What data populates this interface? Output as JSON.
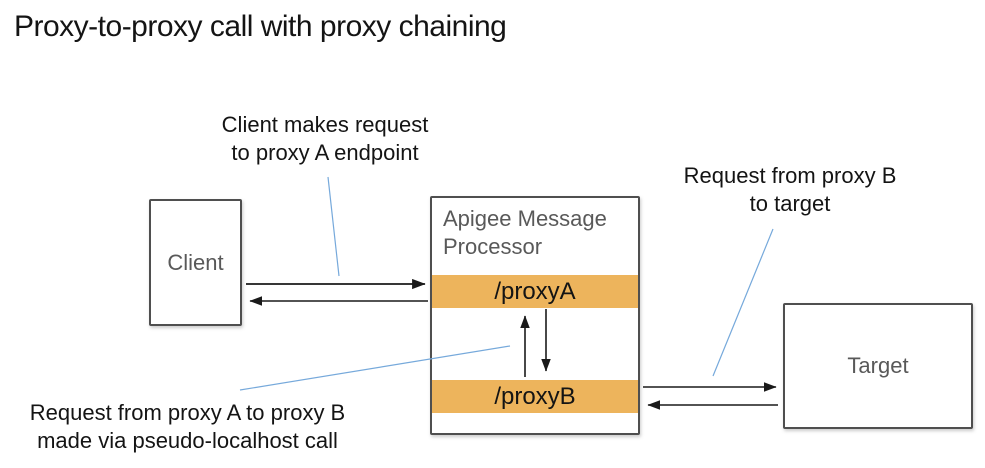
{
  "title": "Proxy-to-proxy call with proxy chaining",
  "annotations": {
    "client_request": {
      "line1": "Client makes request",
      "line2": "to proxy A endpoint"
    },
    "proxy_b_to_target": {
      "line1": "Request from proxy B",
      "line2": "to target"
    },
    "proxy_a_to_proxy_b": {
      "line1": "Request from proxy A to proxy B",
      "line2": "made via pseudo-localhost call"
    }
  },
  "nodes": {
    "client": {
      "label": "Client"
    },
    "message_processor": {
      "title": "Apigee Message Processor",
      "endpoint_a": "/proxyA",
      "endpoint_b": "/proxyB"
    },
    "target": {
      "label": "Target"
    }
  },
  "colors": {
    "endpoint_bar": "#EDB45C",
    "leader_line": "#76A9DB",
    "box_border": "#4F4F4F",
    "box_label": "#595959",
    "arrow": "#1A1A1A"
  }
}
